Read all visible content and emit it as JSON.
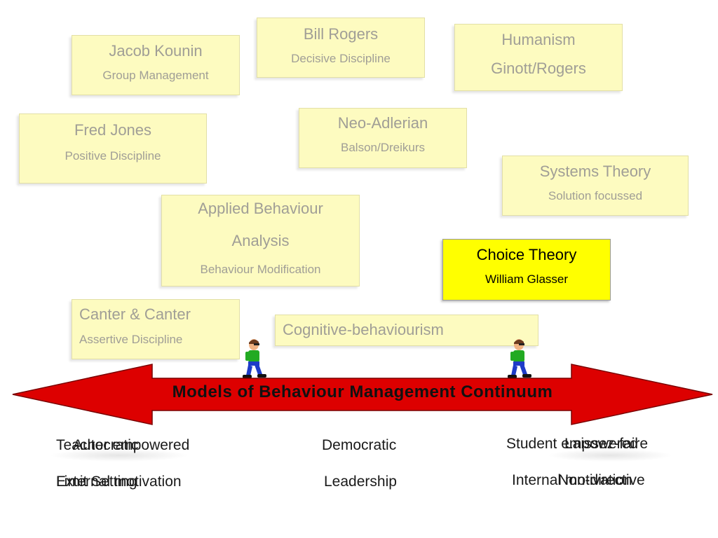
{
  "boxes": {
    "kounin": {
      "title": "Jacob  Kounin",
      "subtitle": "Group Management"
    },
    "rogers": {
      "title": "Bill Rogers",
      "subtitle": "Decisive Discipline"
    },
    "humanism": {
      "title": "Humanism",
      "subtitle": "Ginott/Rogers"
    },
    "jones": {
      "title": "Fred Jones",
      "subtitle": "Positive Discipline"
    },
    "neo_adlerian": {
      "title": "Neo-Adlerian",
      "subtitle": "Balson/Dreikurs"
    },
    "systems": {
      "title": "Systems Theory",
      "subtitle": "Solution focussed"
    },
    "aba": {
      "title_line1": "Applied Behaviour",
      "title_line2": "Analysis",
      "subtitle": "Behaviour Modification"
    },
    "choice": {
      "title": "Choice Theory",
      "subtitle": "William Glasser"
    },
    "canter": {
      "title": "Canter & Canter",
      "subtitle": "Assertive Discipline"
    },
    "cognitive": {
      "title": "Cognitive-behaviourism"
    }
  },
  "arrow": {
    "title": "Models of Behaviour Management Continuum",
    "fill_color": "#dd0000",
    "stroke_color": "#7a0000"
  },
  "left_labels": {
    "row1_a": "Teacher empowered",
    "row1_b": "Autocratic",
    "row2_a": "External motivation",
    "row2_b": "Limit Setting"
  },
  "center_labels": {
    "row1": "Democratic",
    "row2": "Leadership"
  },
  "right_labels": {
    "row1_a": "Student empowered",
    "row1_b": "Laissez-faire",
    "row2_a": "Internal motivation",
    "row2_b": "Non-directive"
  },
  "colors": {
    "box_fill": "#fdfbc0",
    "box_text": "#a09e96",
    "highlight_fill": "#ffff00"
  }
}
